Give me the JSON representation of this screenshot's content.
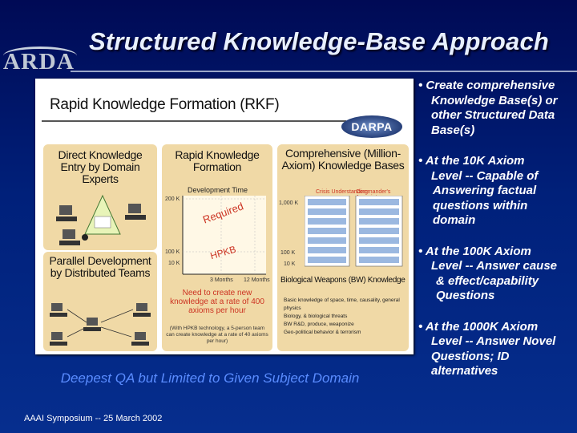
{
  "slide": {
    "title": "Structured Knowledge-Base Approach",
    "logo_text": "ARDA",
    "footer": "AAAI Symposium -- 25 March 2002",
    "caption": "Deepest QA but Limited to Given Subject Domain"
  },
  "figure": {
    "title": "Rapid Knowledge Formation (RKF)",
    "badge": "DARPA",
    "col1_top": "Direct Knowledge Entry by Domain Experts",
    "col1_bottom": "Parallel Development by Distributed Teams",
    "col2_head": "Rapid Knowledge Formation",
    "col2_chart_title": "Development Time",
    "col2_required": "Required",
    "col2_hpkb": "HPKB",
    "col2_need": "Need to create new knowledge at a rate of 400 axioms per hour",
    "col2_note": "(With HPKB technology, a 5-person team can create knowledge at a rate of 40 axioms per hour)",
    "col3_head": "Comprehensive (Million-Axiom) Knowledge Bases",
    "col3_sub1": "Crisis Understanding",
    "col3_sub2": "Commander's Associate",
    "col3_bio_head": "Biological Weapons (BW) Knowledge",
    "col3_bio_items": [
      "Basic knowledge of space, time, causality, general physics",
      "Biology, & biological threats",
      "BW R&D, produce, weaponize",
      "Geo-political behavior & terrorism"
    ],
    "axis_labels": [
      "200 K",
      "100 K",
      "10 K"
    ],
    "axis_labels_right": [
      "1,000 K",
      "100 K",
      "10 K"
    ],
    "x_labels": [
      "3 Months",
      "12 Months"
    ]
  },
  "bullets": [
    [
      "• Create comprehensive",
      "  Knowledge Base(s) or",
      "  other Structured Data",
      "  Base(s)"
    ],
    [
      "• At the 10K Axiom",
      "  Level -- Capable of",
      "  Answering factual",
      "  questions within",
      "  domain"
    ],
    [
      "• At the 100K Axiom",
      "  Level -- Answer cause",
      "  & effect/capability",
      "  Questions"
    ],
    [
      "• At the 1000K Axiom",
      "  Level -- Answer Novel",
      "  Questions; ID",
      "  alternatives"
    ]
  ]
}
